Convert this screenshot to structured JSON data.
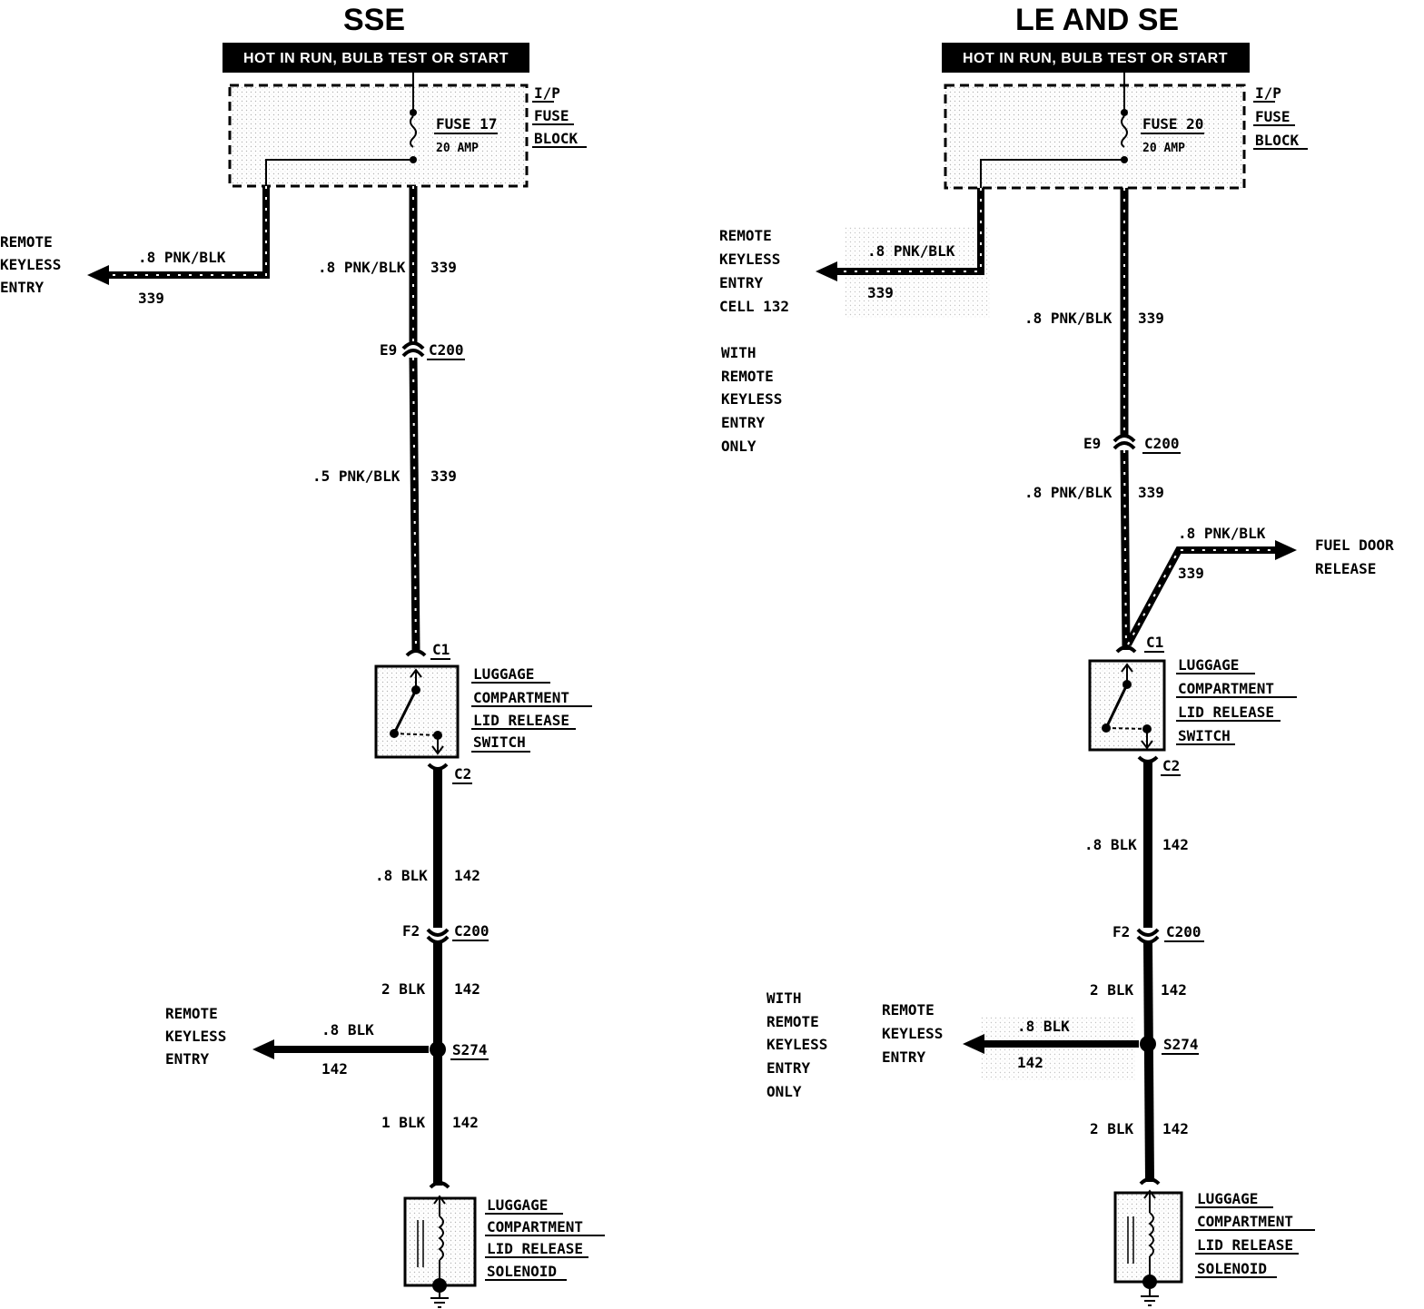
{
  "left": {
    "title": "SSE",
    "banner": "HOT IN RUN, BULB TEST OR START",
    "fuse_block": [
      "I/P",
      "FUSE",
      "BLOCK"
    ],
    "fuse_name": "FUSE 17",
    "fuse_rating": "20 AMP",
    "remote_top": [
      "REMOTE",
      "KEYLESS",
      "ENTRY"
    ],
    "remote_top_wire": ".8 PNK/BLK",
    "remote_top_circuit": "339",
    "wire1_gauge": ".8 PNK/BLK",
    "wire1_circuit": "339",
    "conn1_pin": "E9",
    "conn1_name": "C200",
    "wire2_gauge": ".5 PNK/BLK",
    "wire2_circuit": "339",
    "switch_c1": "C1",
    "switch_c2": "C2",
    "switch_label": [
      "LUGGAGE",
      "COMPARTMENT",
      "LID RELEASE",
      "SWITCH"
    ],
    "wire3_gauge": ".8 BLK",
    "wire3_circuit": "142",
    "conn2_pin": "F2",
    "conn2_name": "C200",
    "wire4_gauge": "2 BLK",
    "wire4_circuit": "142",
    "splice": "S274",
    "remote_bottom": [
      "REMOTE",
      "KEYLESS",
      "ENTRY"
    ],
    "remote_bottom_wire": ".8 BLK",
    "remote_bottom_circuit": "142",
    "wire5_gauge": "1 BLK",
    "wire5_circuit": "142",
    "solenoid_label": [
      "LUGGAGE",
      "COMPARTMENT",
      "LID RELEASE",
      "SOLENOID"
    ]
  },
  "right": {
    "title": "LE AND SE",
    "banner": "HOT IN RUN, BULB TEST OR START",
    "fuse_block": [
      "I/P",
      "FUSE",
      "BLOCK"
    ],
    "fuse_name": "FUSE 20",
    "fuse_rating": "20 AMP",
    "remote_top": [
      "REMOTE",
      "KEYLESS",
      "ENTRY",
      "CELL 132"
    ],
    "remote_top_wire": ".8 PNK/BLK",
    "remote_top_circuit": "339",
    "with_remote_top": [
      "WITH",
      "REMOTE",
      "KEYLESS",
      "ENTRY",
      "ONLY"
    ],
    "wire1_gauge": ".8 PNK/BLK",
    "wire1_circuit": "339",
    "conn1_pin": "E9",
    "conn1_name": "C200",
    "wire2_gauge": ".8 PNK/BLK",
    "wire2_circuit": "339",
    "fuel_wire": ".8 PNK/BLK",
    "fuel_circuit": "339",
    "fuel_label": [
      "FUEL DOOR",
      "RELEASE"
    ],
    "switch_c1": "C1",
    "switch_c2": "C2",
    "switch_label": [
      "LUGGAGE",
      "COMPARTMENT",
      "LID RELEASE",
      "SWITCH"
    ],
    "wire3_gauge": ".8 BLK",
    "wire3_circuit": "142",
    "conn2_pin": "F2",
    "conn2_name": "C200",
    "wire4_gauge": "2 BLK",
    "wire4_circuit": "142",
    "splice": "S274",
    "with_remote_bottom": [
      "WITH",
      "REMOTE",
      "KEYLESS",
      "ENTRY",
      "ONLY"
    ],
    "remote_bottom": [
      "REMOTE",
      "KEYLESS",
      "ENTRY"
    ],
    "remote_bottom_wire": ".8 BLK",
    "remote_bottom_circuit": "142",
    "wire5_gauge": "2 BLK",
    "wire5_circuit": "142",
    "solenoid_label": [
      "LUGGAGE",
      "COMPARTMENT",
      "LID RELEASE",
      "SOLENOID"
    ]
  }
}
